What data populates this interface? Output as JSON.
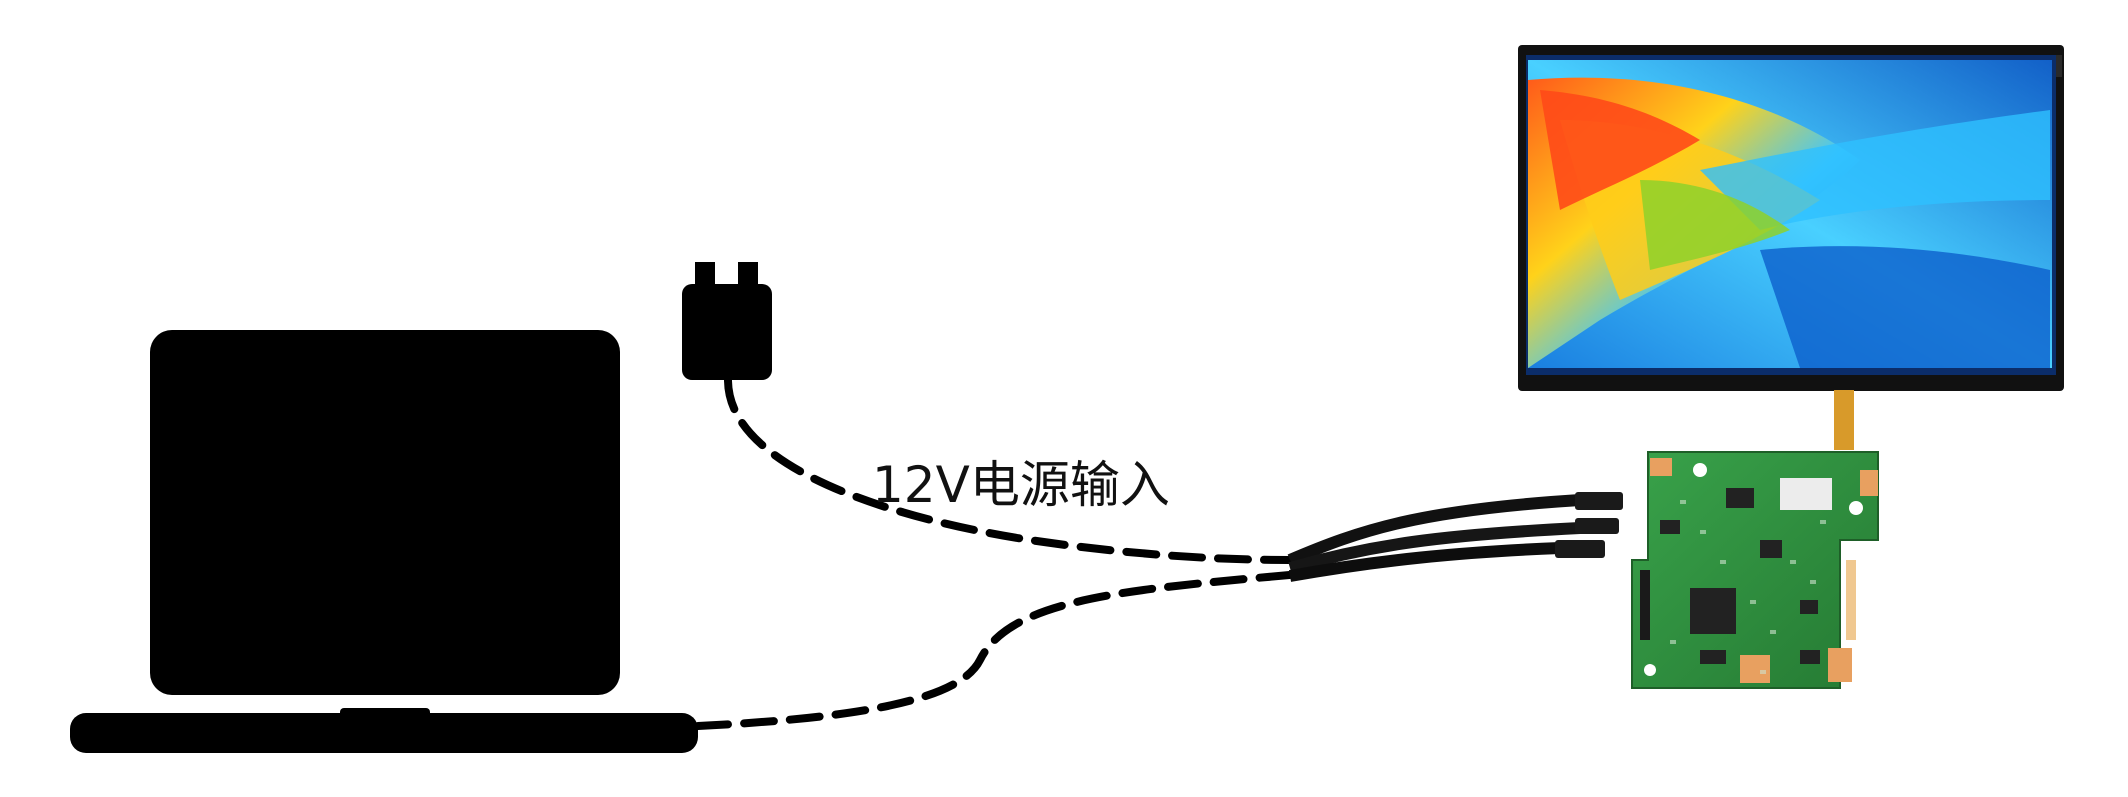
{
  "diagram": {
    "power_label": "12V电源输入"
  },
  "colors": {
    "background": "#ffffff",
    "silhouette": "#000000",
    "pcb_green": "#2f8f3e",
    "pcb_pad": "#e8a060",
    "screen_bezel": "#111111",
    "fpc_cable": "#d89a2a"
  },
  "icons": [
    "laptop-icon",
    "power-plug-icon",
    "lcd-display",
    "driver-board",
    "cable-bundle"
  ]
}
